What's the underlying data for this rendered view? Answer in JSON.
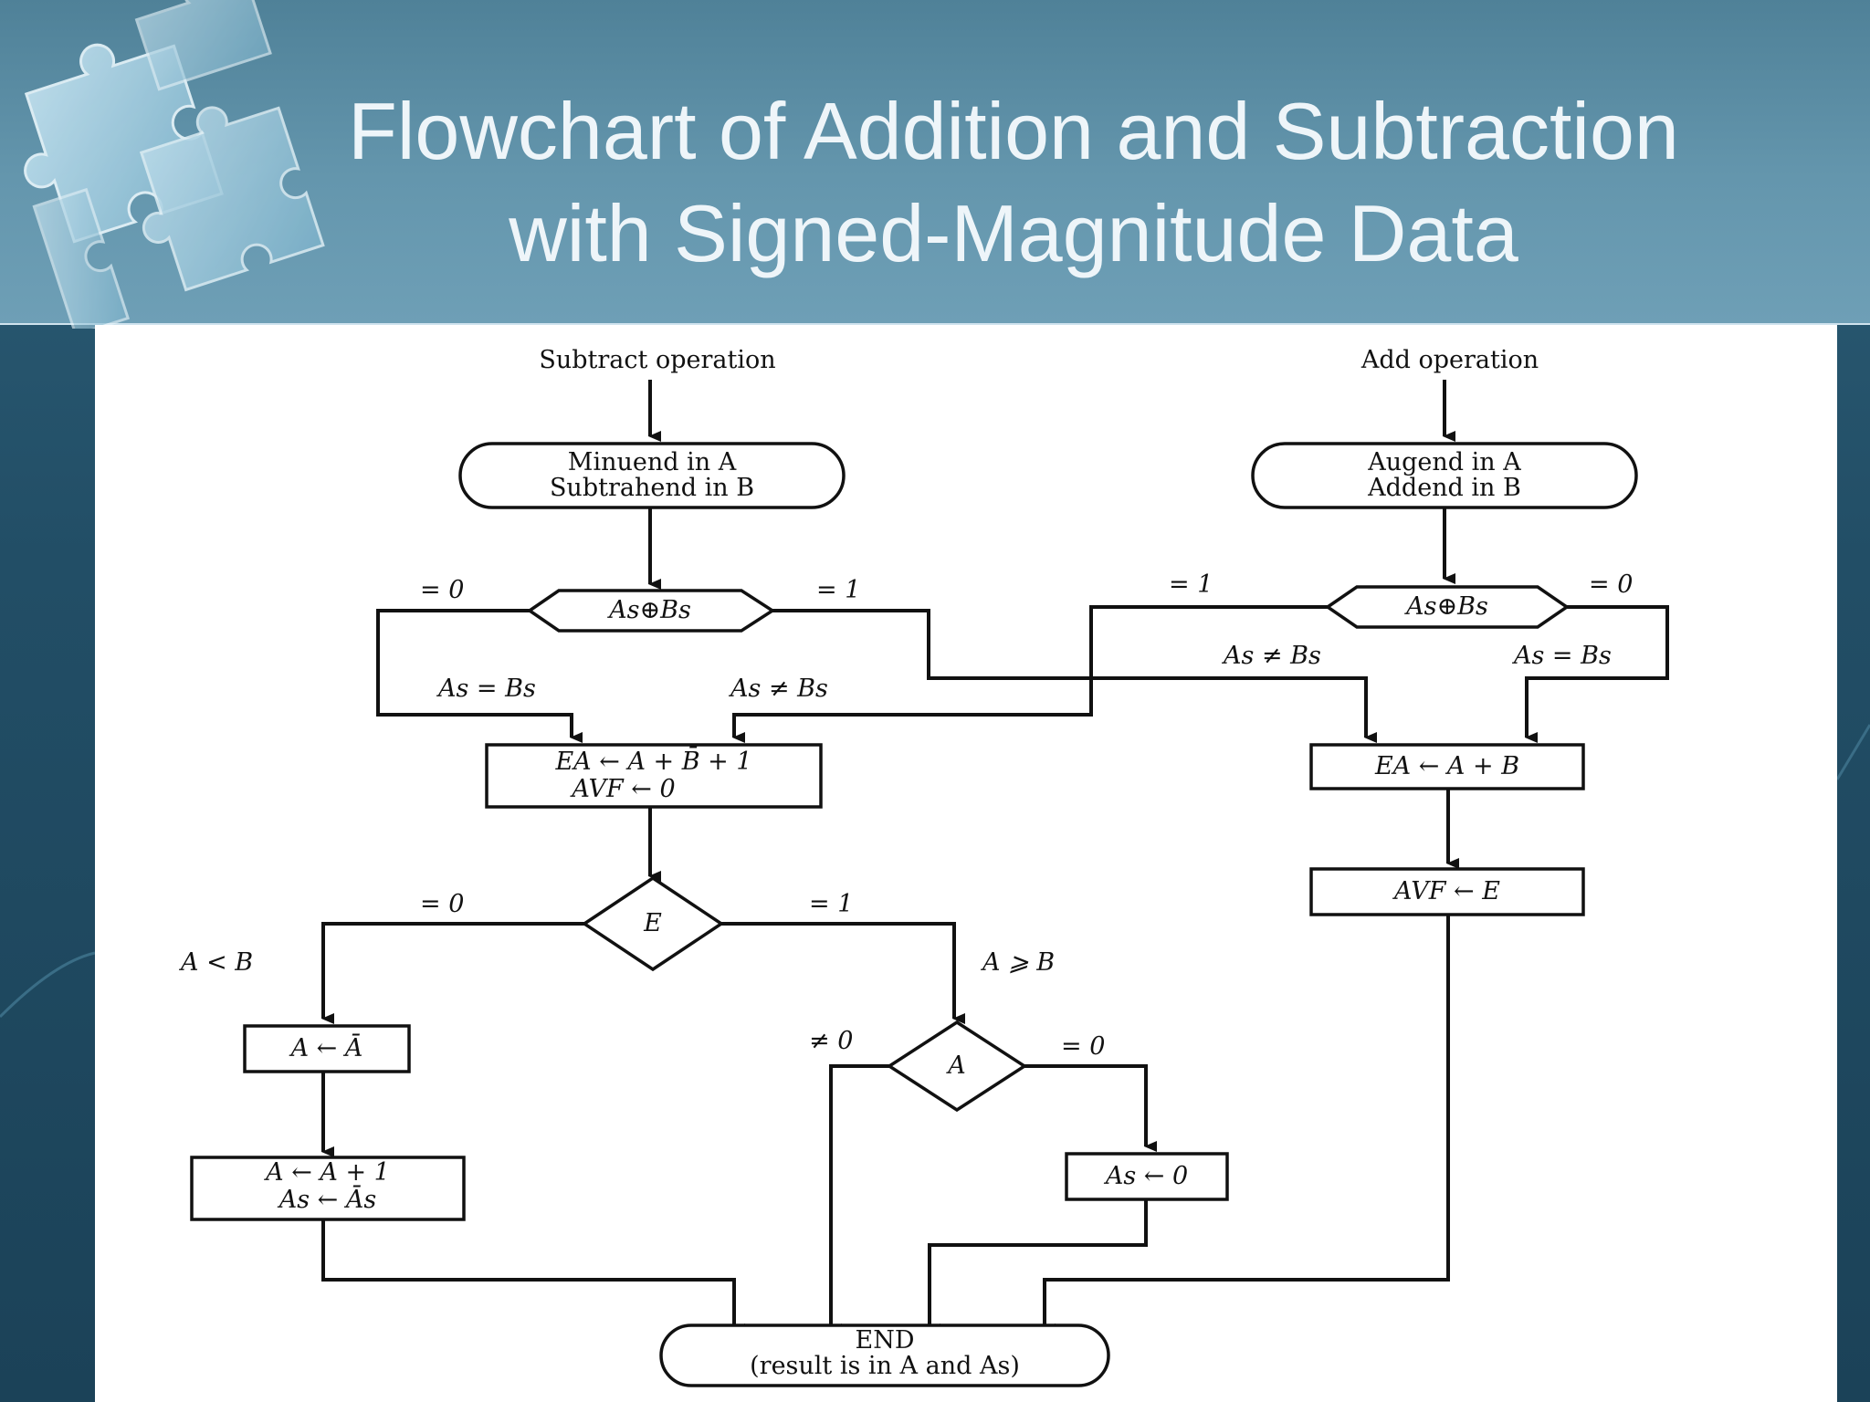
{
  "slide": {
    "title_line1": "Flowchart of Addition and Subtraction",
    "title_line2": "with Signed-Magnitude Data"
  },
  "flowchart": {
    "subtract_start": "Subtract operation",
    "add_start": "Add operation",
    "minuend_line1": "Minuend in A",
    "minuend_line2": "Subtrahend in B",
    "augend_line1": "Augend in A",
    "augend_line2": "Addend in B",
    "xor_left": "As⊕Bs",
    "xor_right": "As⊕Bs",
    "lbl_left_eq0": "= 0",
    "lbl_left_eq1": "= 1",
    "lbl_right_eq1": "= 1",
    "lbl_right_eq0": "= 0",
    "cond_as_eq_bs_left": "As = Bs",
    "cond_as_ne_bs_left": "As ≠ Bs",
    "cond_as_ne_bs_right": "As ≠ Bs",
    "cond_as_eq_bs_right": "As = Bs",
    "sub_box_line1": "EA ← A + B̄ + 1",
    "sub_box_line2": "AVF ← 0",
    "add_box": "EA ← A + B",
    "avf_box": "AVF ← E",
    "e_diamond": "E",
    "lbl_e_eq0": "= 0",
    "lbl_e_eq1": "= 1",
    "cond_a_lt_b": "A < B",
    "cond_a_ge_b": "A ⩾ B",
    "comp_box": "A ← Ā",
    "inc_box_line1": "A ← A + 1",
    "inc_box_line2": "As ← Ās",
    "a_diamond": "A",
    "lbl_a_ne0": "≠ 0",
    "lbl_a_eq0": "= 0",
    "clear_box": "As ← 0",
    "end_line1": "END",
    "end_line2": "(result is in A and As)"
  }
}
